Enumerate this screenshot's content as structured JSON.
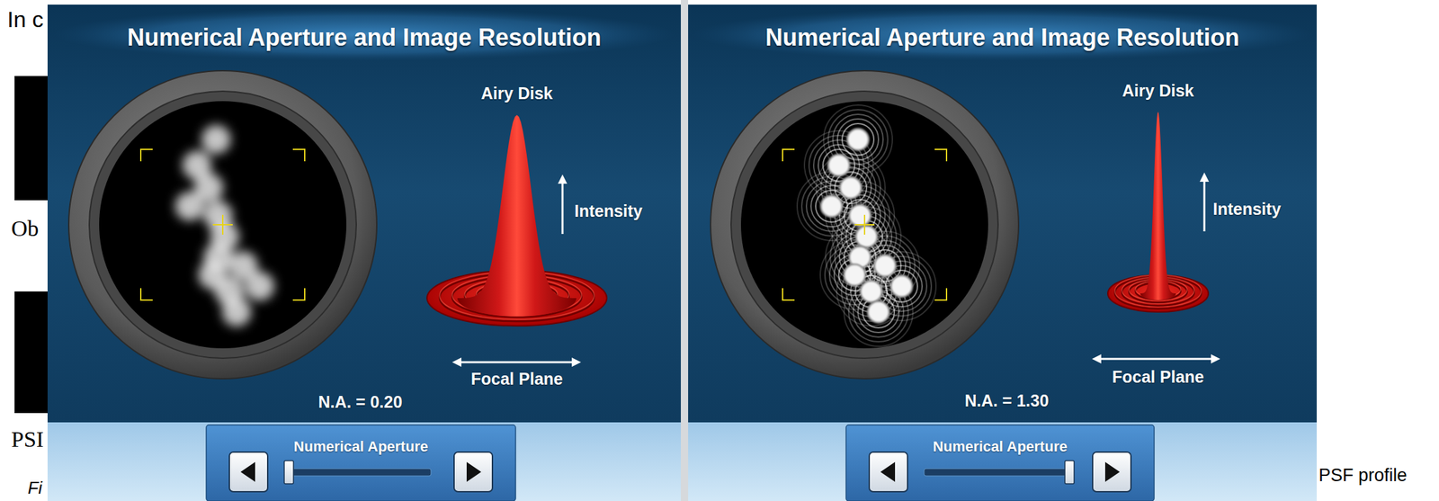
{
  "diagram": {
    "nodes": [
      {
        "text": [
          "Numerical Aperture and Image Resolution"
        ]
      },
      {
        "text": [
          "Numerical Aperture"
        ],
        "in": 0
      },
      {
        "text": [
          "Numerical Aperture and Image Resolution"
        ]
      },
      {
        "text": [
          "Numerical Aperture"
        ],
        "in": 2
      }
    ],
    "labels": [
      "In c",
      "Ob",
      "PSI",
      "Fi",
      "Airy Disk",
      "Intensity",
      "Focal Plane",
      "N.A. = 0.20",
      "Airy Disk",
      "Intensity",
      "Focal Plane",
      "N.A. = 1.30",
      "PSF profile"
    ]
  }
}
